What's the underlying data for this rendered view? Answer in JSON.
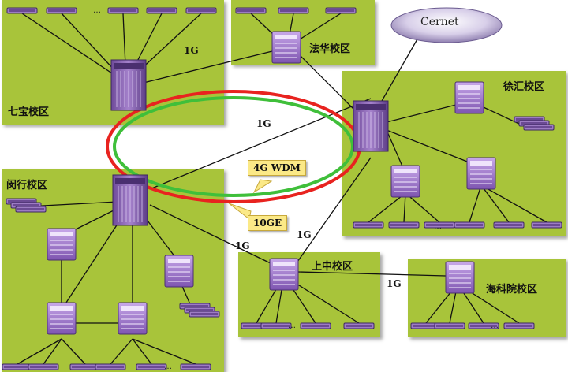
{
  "campuses": {
    "qibao": "七宝校区",
    "fahua": "法华校区",
    "xuhui": "徐汇校区",
    "minhang": "闵行校区",
    "shangzhong": "上中校区",
    "haikeyuan": "海科院校区"
  },
  "cloud": {
    "label": "Cernet"
  },
  "links": {
    "qibao_fahua": "1G",
    "minhang_xuhui": "1G",
    "minhang_shangzhong": "1G",
    "xuhui_shangzhong": "1G",
    "shangzhong_haikeyuan": "1G"
  },
  "ring": {
    "wdm_label": "4G WDM",
    "ge_label": "10GE"
  },
  "ellipsis": "…",
  "colors": {
    "zone": "#a8c43a",
    "ring_red": "#e8231f",
    "ring_green": "#3fbf3a",
    "device": "#8c63b6"
  }
}
